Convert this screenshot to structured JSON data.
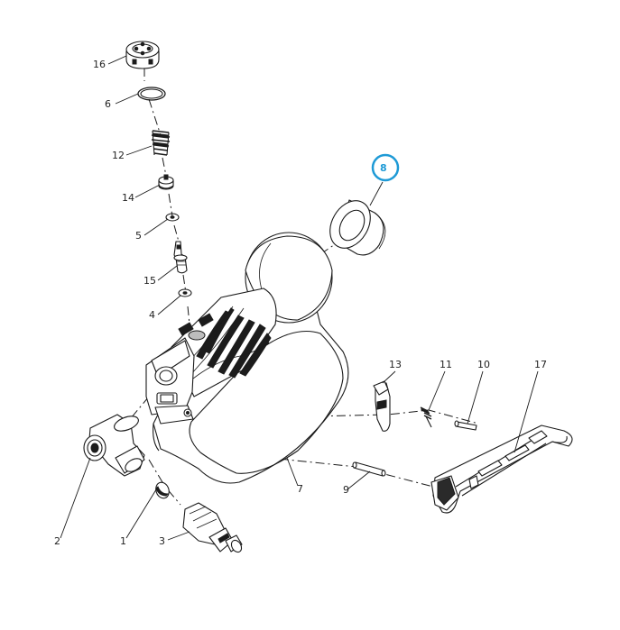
{
  "diagram": {
    "highlight_color": "#1e9ad6",
    "highlighted_part": "8",
    "callouts": [
      {
        "label": "16"
      },
      {
        "label": "6"
      },
      {
        "label": "12"
      },
      {
        "label": "14"
      },
      {
        "label": "5"
      },
      {
        "label": "15"
      },
      {
        "label": "4"
      },
      {
        "label": "8"
      },
      {
        "label": "13"
      },
      {
        "label": "11"
      },
      {
        "label": "10"
      },
      {
        "label": "17"
      },
      {
        "label": "7"
      },
      {
        "label": "9"
      },
      {
        "label": "2"
      },
      {
        "label": "1"
      },
      {
        "label": "3"
      }
    ]
  }
}
